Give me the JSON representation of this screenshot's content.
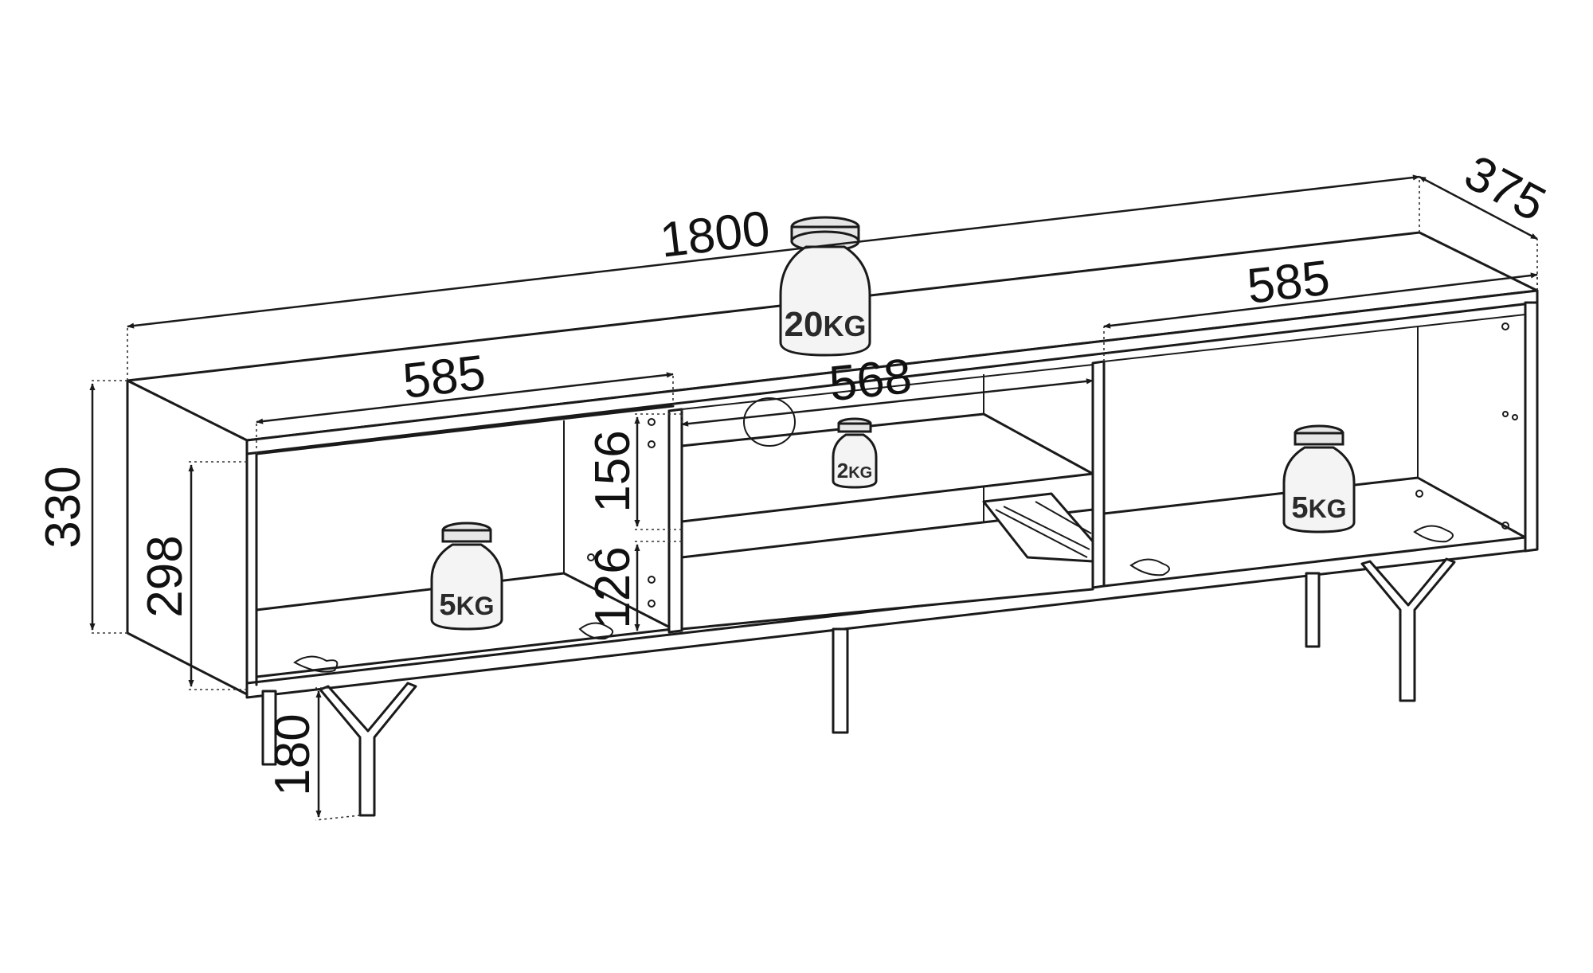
{
  "dimensions": {
    "total_width": "1800",
    "depth": "375",
    "left_compartment_width": "585",
    "right_compartment_width": "585",
    "middle_compartment_width": "568",
    "total_height": "330",
    "inner_height": "298",
    "upper_shelf_height": "156",
    "drawer_height": "126",
    "leg_height": "180"
  },
  "weights": {
    "top": {
      "value": "20",
      "unit": "KG"
    },
    "middle_shelf": {
      "value": "2",
      "unit": "KG"
    },
    "left_compartment": {
      "value": "5",
      "unit": "KG"
    },
    "right_compartment": {
      "value": "5",
      "unit": "KG"
    }
  },
  "colors": {
    "line": "#1a1a1a",
    "background": "#ffffff"
  }
}
